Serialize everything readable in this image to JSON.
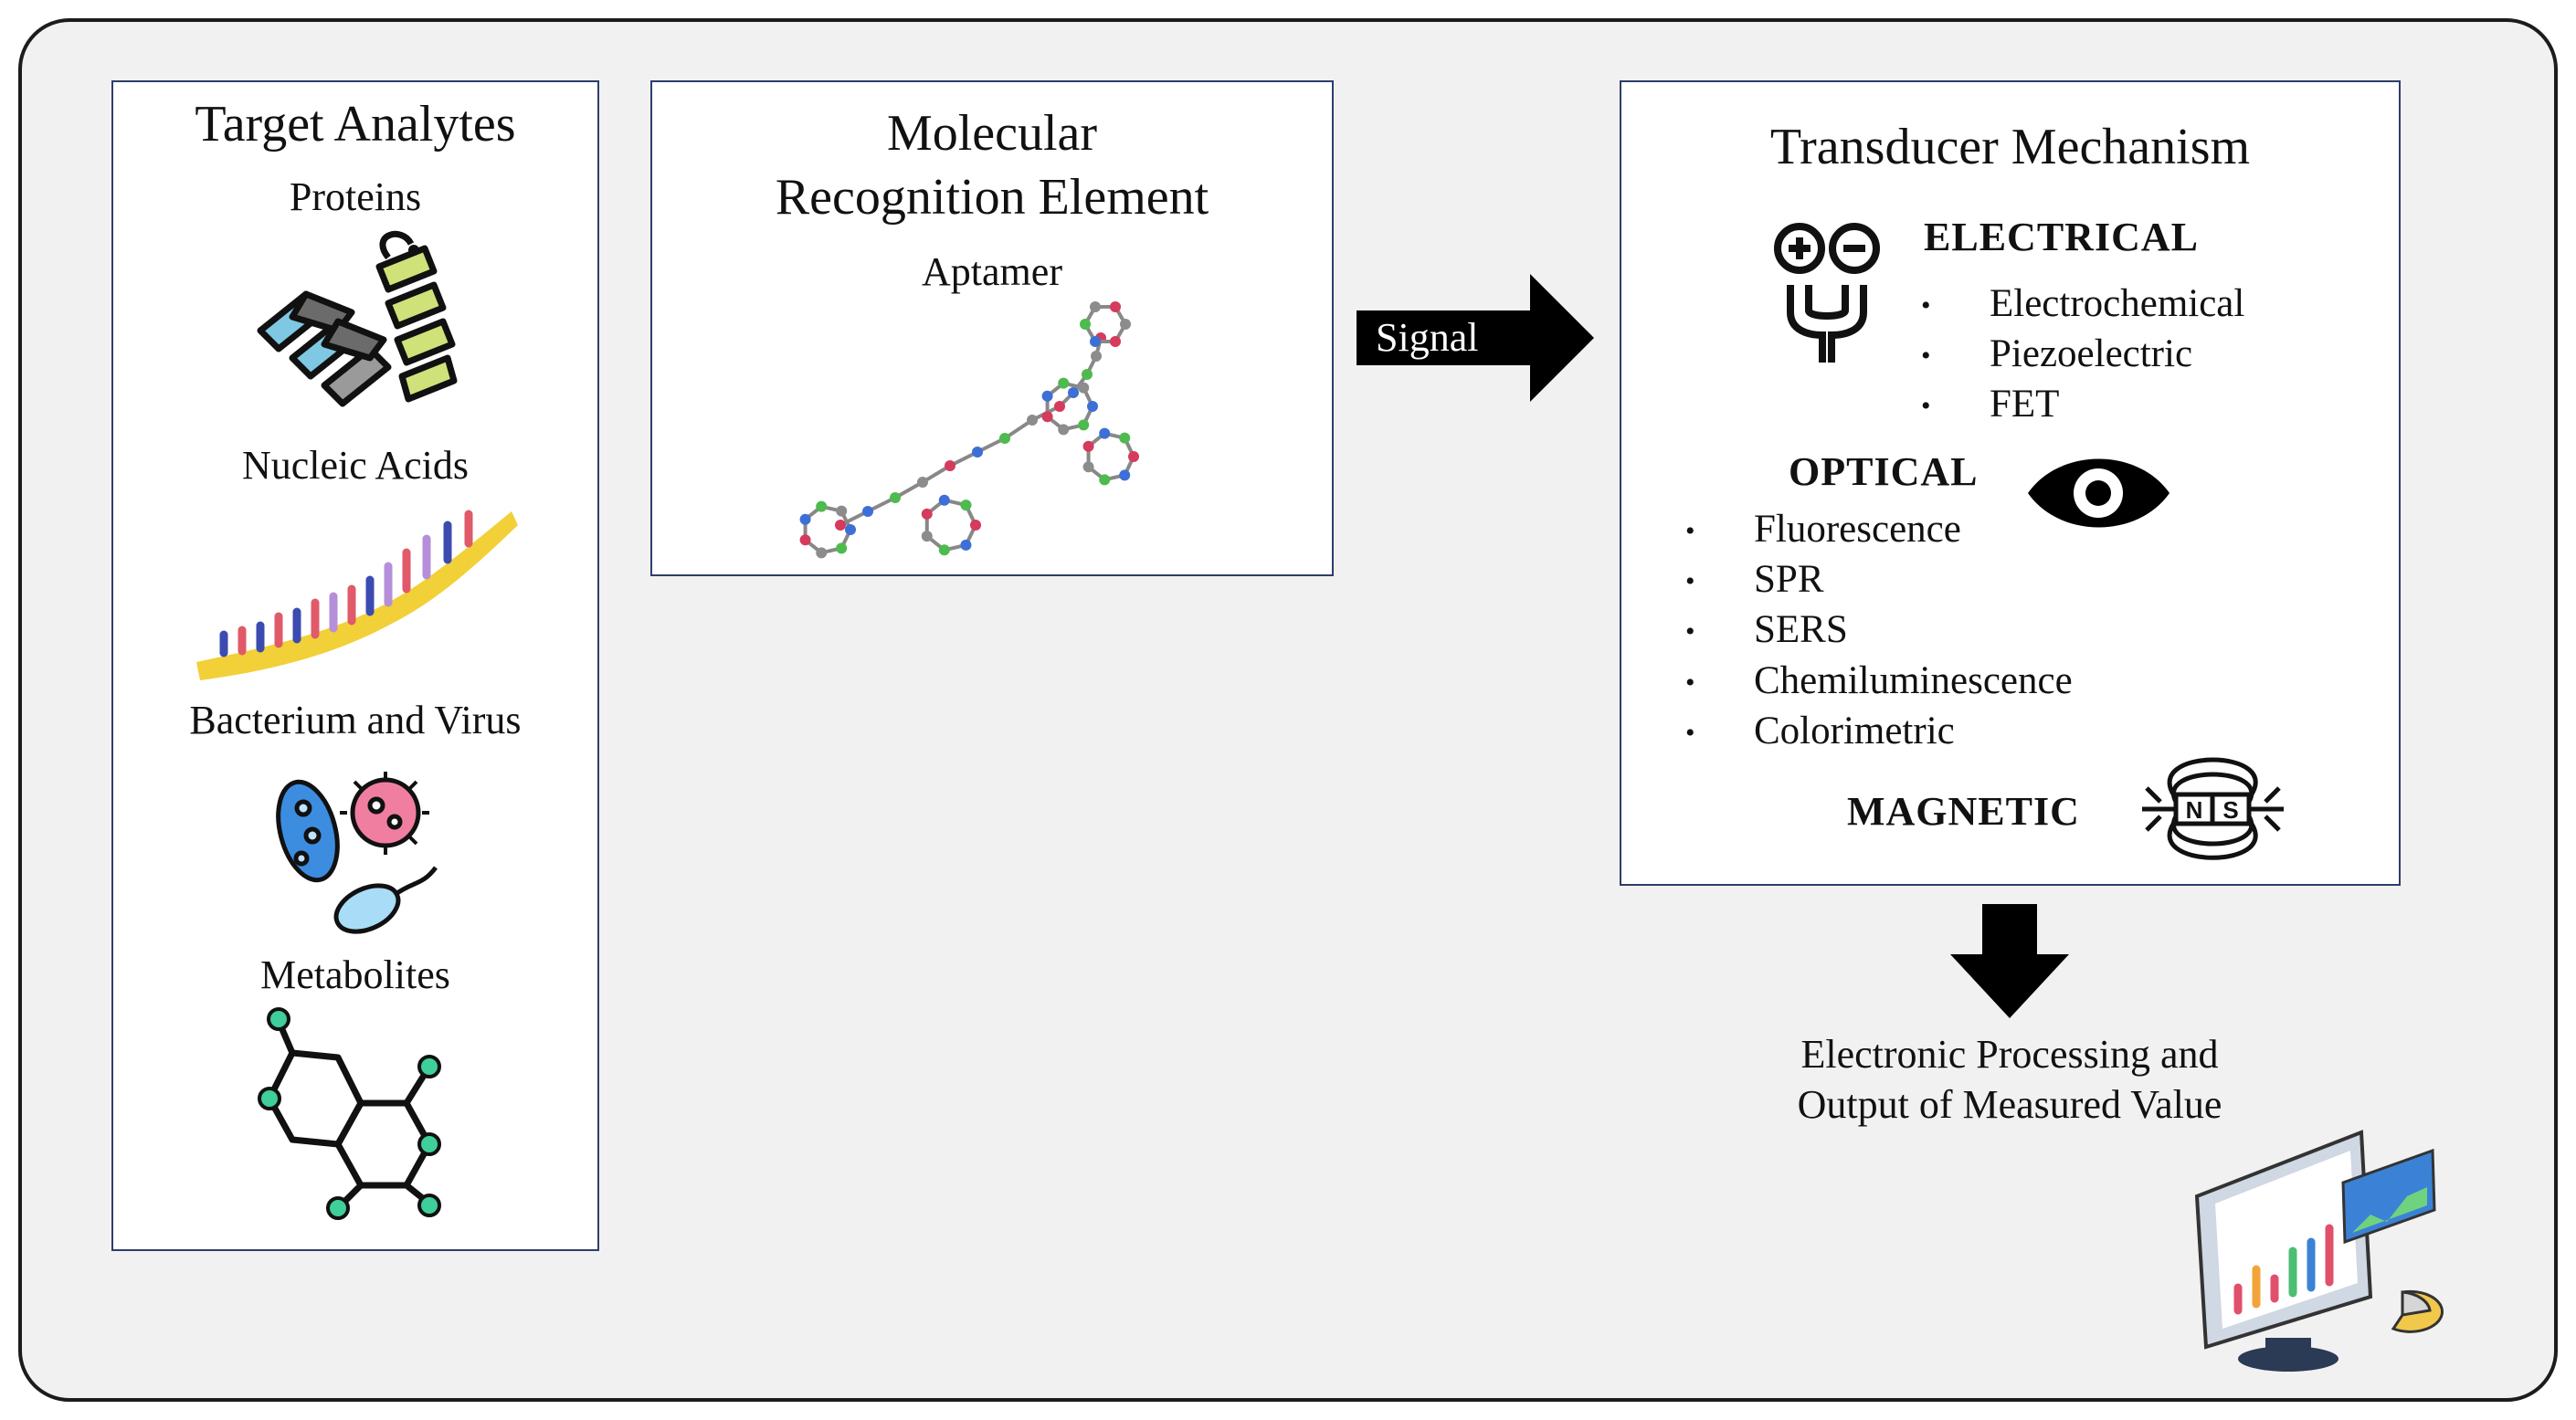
{
  "target_analytes": {
    "title": "Target Analytes",
    "items": [
      {
        "label": "Proteins",
        "icon": "protein-helix-icon"
      },
      {
        "label": "Nucleic Acids",
        "icon": "dna-strand-icon"
      },
      {
        "label": "Bacterium and Virus",
        "icon": "bacteria-virus-icon"
      },
      {
        "label": "Metabolites",
        "icon": "molecule-icon"
      }
    ]
  },
  "recognition": {
    "title_line1": "Molecular",
    "title_line2": "Recognition Element",
    "subtitle": "Aptamer",
    "icon": "aptamer-structure-icon"
  },
  "signal_arrow": {
    "label": "Signal"
  },
  "transducer": {
    "title": "Transducer Mechanism",
    "electrical": {
      "heading": "ELECTRICAL",
      "icon": "plug-plus-minus-icon",
      "items": [
        "Electrochemical",
        "Piezoelectric",
        "FET"
      ]
    },
    "optical": {
      "heading": "OPTICAL",
      "icon": "eye-icon",
      "items": [
        "Fluorescence",
        "SPR",
        "SERS",
        "Chemiluminescence",
        "Colorimetric"
      ]
    },
    "magnetic": {
      "heading": "MAGNETIC",
      "icon": "magnet-field-icon",
      "magnet_labels": [
        "N",
        "S"
      ]
    }
  },
  "output": {
    "line1": "Electronic Processing and",
    "line2": "Output of Measured Value",
    "icon": "monitor-dashboard-icon"
  },
  "bullet_char": "•",
  "colors": {
    "background": "#f1f1f1",
    "panel_border": "#2e3d6b",
    "arrow": "#000000",
    "rna_red": "#d63a5c",
    "rna_blue": "#3d6fd6",
    "rna_green": "#4dbb4d",
    "rna_grey": "#8c8c8c"
  }
}
